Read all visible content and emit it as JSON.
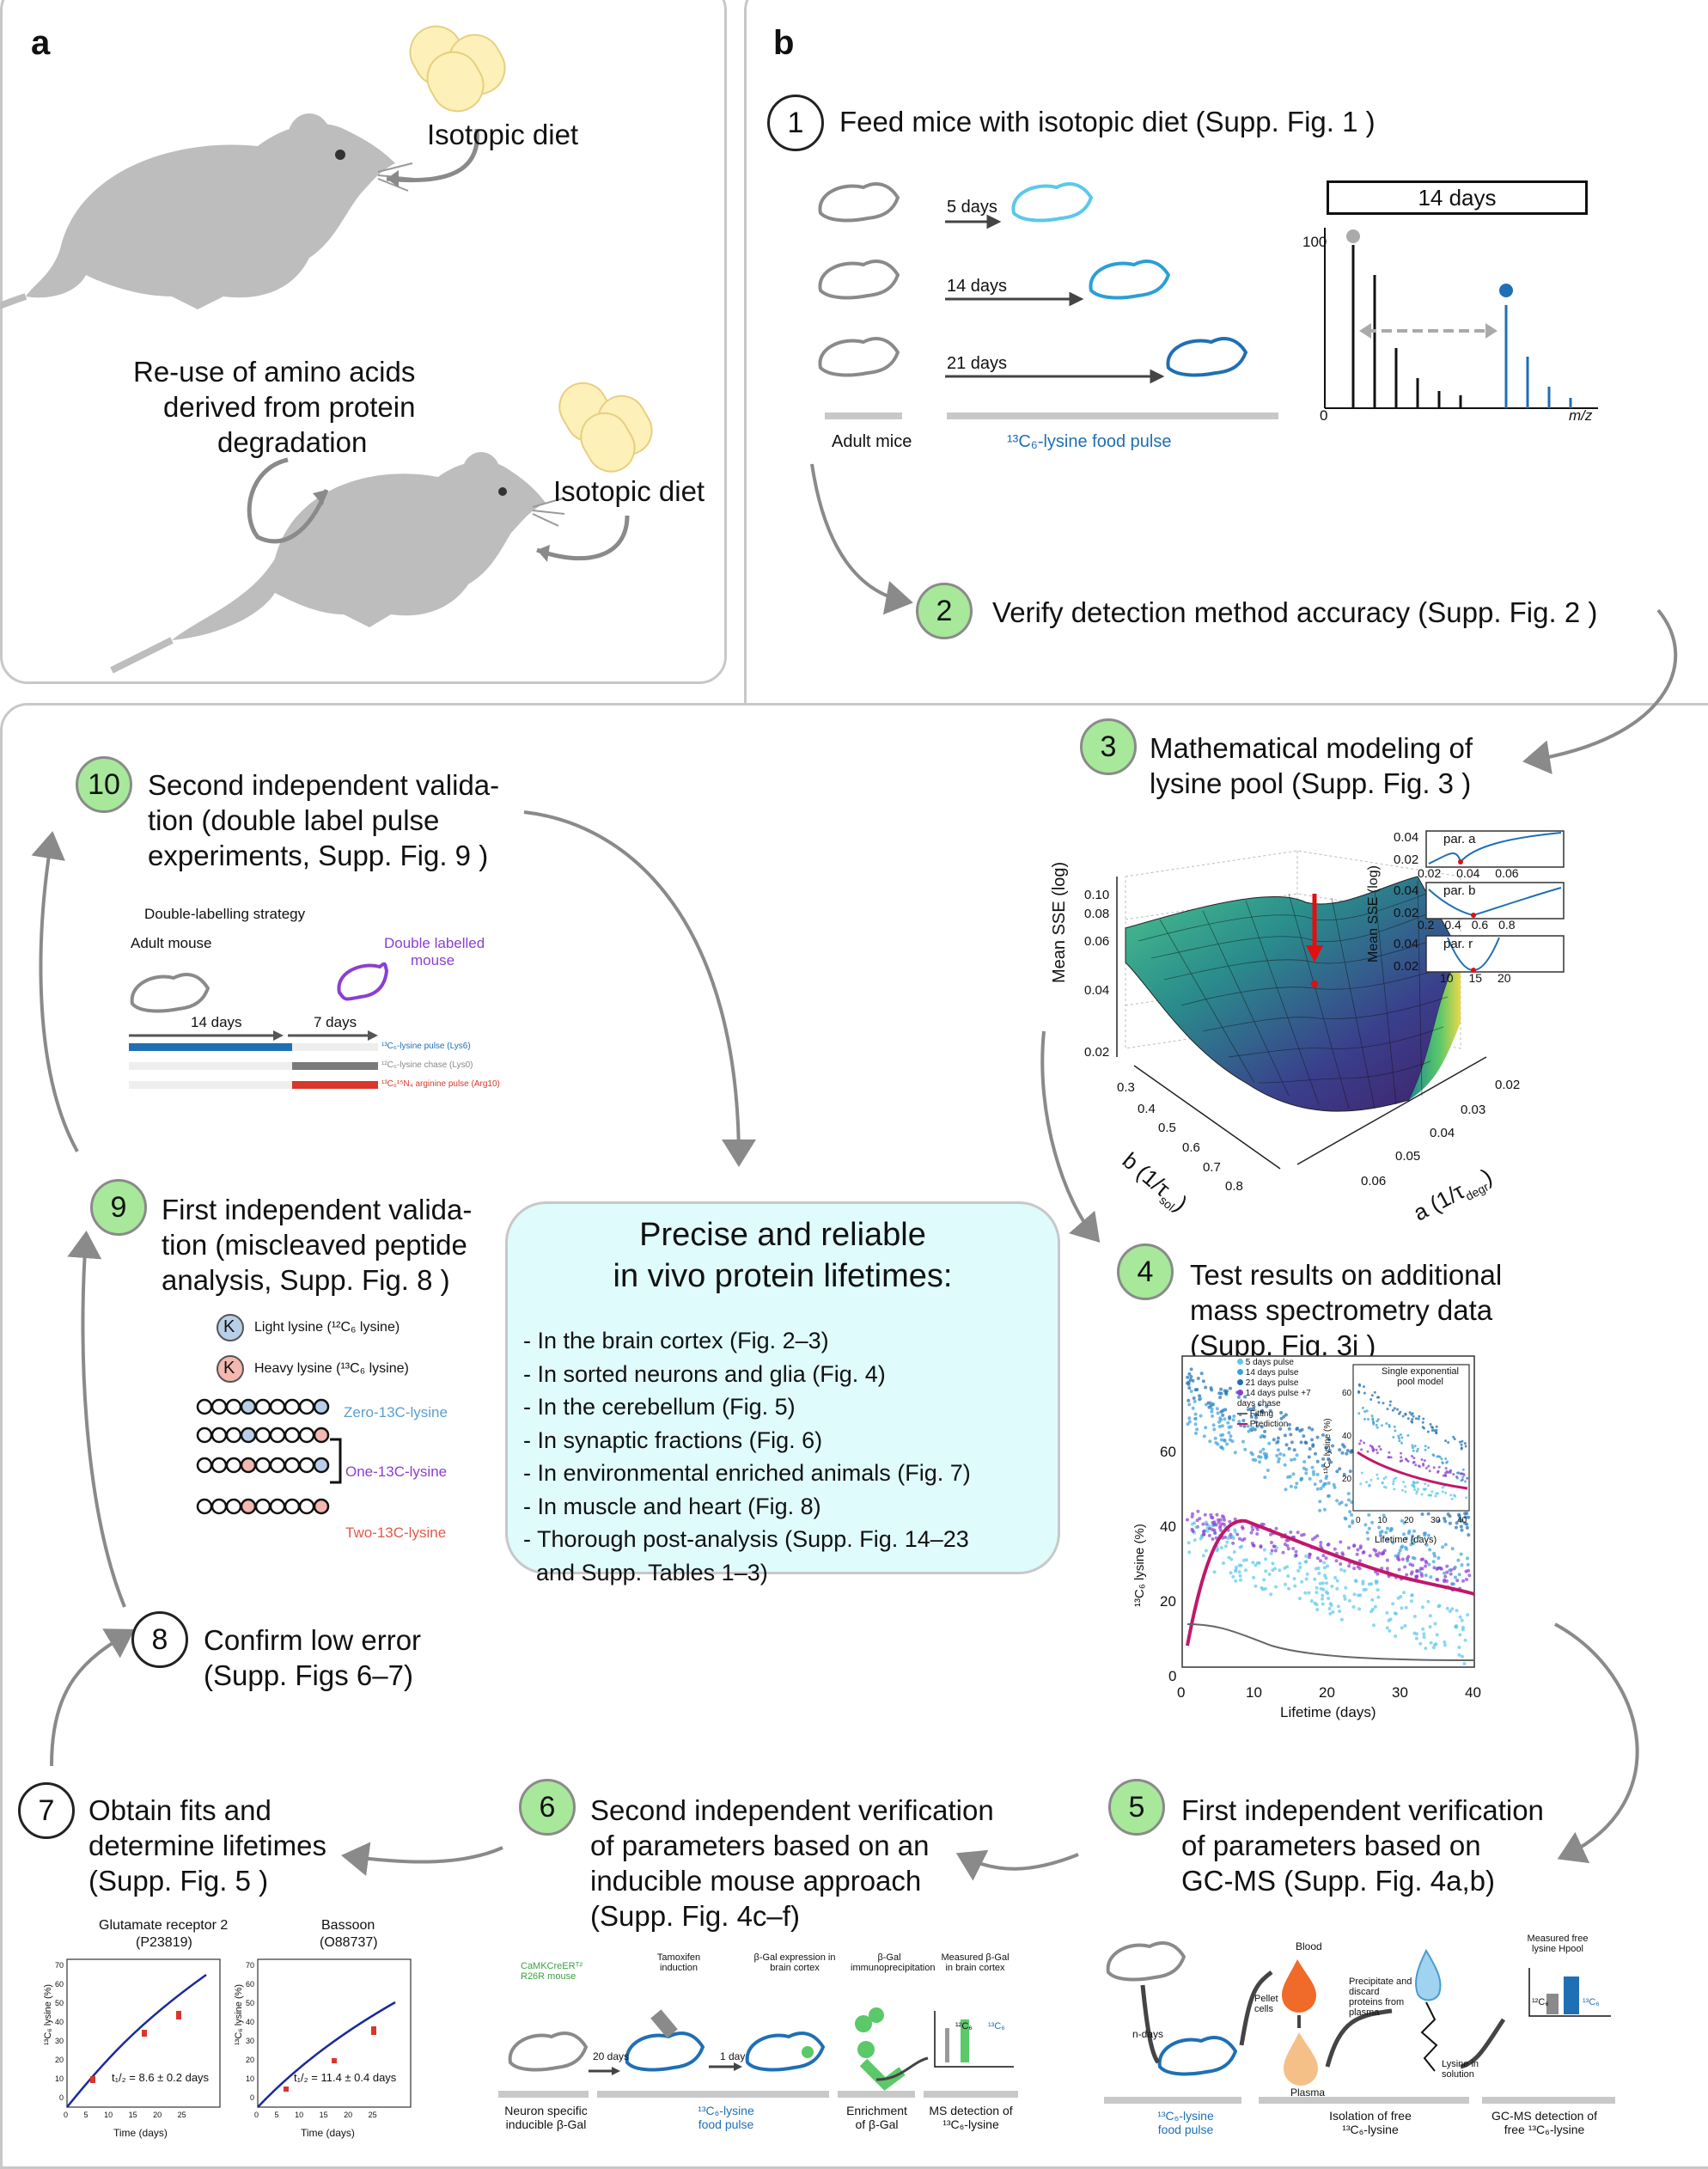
{
  "panel_labels": {
    "a": "a",
    "b": "b"
  },
  "panel_a": {
    "isotopic_diet_1": "Isotopic diet",
    "isotopic_diet_2": "Isotopic diet",
    "reuse_line1": "Re-use of amino acids",
    "reuse_line2": "derived from protein",
    "reuse_line3": "degradation"
  },
  "steps": [
    {
      "num": "1",
      "lines": [
        "Feed mice with isotopic diet (Supp. Fig. 1 )"
      ]
    },
    {
      "num": "2",
      "lines": [
        "Verify detection method accuracy (Supp. Fig. 2 )"
      ]
    },
    {
      "num": "3",
      "lines": [
        "Mathematical modeling of",
        "lysine pool (Supp. Fig. 3 )"
      ]
    },
    {
      "num": "4",
      "lines": [
        "Test results on additional",
        "mass spectrometry data",
        "(Supp. Fig. 3i )"
      ]
    },
    {
      "num": "5",
      "lines": [
        "First independent verification",
        "of parameters based on",
        "GC-MS (Supp. Fig. 4a,b)"
      ]
    },
    {
      "num": "6",
      "lines": [
        "Second independent verification",
        "of parameters based on an",
        "inducible mouse approach",
        "(Supp. Fig. 4c–f)"
      ]
    },
    {
      "num": "7",
      "lines": [
        "Obtain fits and",
        "determine lifetimes",
        "(Supp. Fig. 5 )"
      ]
    },
    {
      "num": "8",
      "lines": [
        "Confirm low error",
        "(Supp. Figs 6–7)"
      ]
    },
    {
      "num": "9",
      "lines": [
        "First independent valida-",
        "tion (miscleaved peptide",
        "analysis, Supp. Fig. 8 )"
      ]
    },
    {
      "num": "10",
      "lines": [
        "Second independent valida-",
        "tion (double label pulse",
        "experiments, Supp. Fig. 9 )"
      ]
    }
  ],
  "step1_detail": {
    "d5": "5 days",
    "d14": "14 days",
    "d21": "21 days",
    "adult_mice": "Adult mice",
    "food_pulse": "¹³C₆-lysine food pulse",
    "spec_title": "14 days",
    "y100": "100",
    "y0": "0",
    "xlabel": "m/z"
  },
  "step3_detail": {
    "zlabel": "Mean SSE (log)",
    "z_ticks": [
      "0.10",
      "0.08",
      "0.06",
      "0.04",
      "0.02"
    ],
    "b_ticks": [
      "0.3",
      "0.4",
      "0.5",
      "0.6",
      "0.7",
      "0.8"
    ],
    "a_ticks": [
      "0.02",
      "0.03",
      "0.04",
      "0.05",
      "0.06"
    ],
    "blabel": "b (1/τ",
    "blabel_sub": "sol",
    "alabel": "a (1/τ",
    "alabel_sub": "degr",
    "inset_ylabel": "Mean SSE (log)",
    "insets": [
      {
        "label": "par. a",
        "ticks": [
          "0.02",
          "0.04",
          "0.06"
        ],
        "y_ticks": [
          "0.04",
          "0.02"
        ]
      },
      {
        "label": "par. b",
        "ticks": [
          "0.2",
          "0.4",
          "0.6",
          "0.8"
        ],
        "y_ticks": [
          "0.04",
          "0.02"
        ]
      },
      {
        "label": "par. r",
        "ticks": [
          "10",
          "15",
          "20"
        ],
        "y_ticks": [
          "0.04",
          "0.02"
        ]
      }
    ]
  },
  "step4_detail": {
    "ylabel": "¹³C₆ lysine (%)",
    "xlabel": "Lifetime (days)",
    "x_ticks": [
      "0",
      "10",
      "20",
      "30",
      "40"
    ],
    "y_ticks": [
      "0",
      "20",
      "40",
      "60"
    ],
    "legend": [
      "5 days pulse",
      "14 days pulse",
      "21 days pulse",
      "14 days pulse +7 days chase",
      "Fitting",
      "Prediction"
    ],
    "inset_title": "Single exponential pool model",
    "inset_xlabel": "Lifetime (days)",
    "inset_ylabel": "¹³C₆ lysine (%)",
    "inset_x_ticks": [
      "0",
      "10",
      "20",
      "30",
      "40"
    ],
    "inset_y_ticks": [
      "20",
      "40",
      "60"
    ]
  },
  "step5_detail": {
    "n_days": "n-days",
    "blood": "Blood",
    "pellet": "Pellet cells",
    "plasma": "Plasma",
    "precipitate": "Precipitate and discard proteins from plasma",
    "lysine_sol": "Lysine in solution",
    "measured": "Measured free lysine Hpool",
    "c12": "¹²C₆",
    "c13": "¹³C₆",
    "foot1": "¹³C₆-lysine food pulse",
    "foot2": "Isolation of free ¹³C₆-lysine",
    "foot3": "GC-MS detection of free ¹³C₆-lysine"
  },
  "step6_detail": {
    "camk": "CaMKCreERᵀ² R26R mouse",
    "d20": "20 days",
    "tamox": "Tamoxifen induction",
    "d1": "1 day",
    "bgal_expr": "β-Gal expression in brain cortex",
    "bgal_ip": "β-Gal immunoprecipitation",
    "measured": "Measured β-Gal in brain cortex",
    "c12": "¹²C₆",
    "c13": "¹³C₆",
    "foot1": "Neuron specific inducible β-Gal",
    "foot2": "¹³C₆-lysine food pulse",
    "foot3": "Enrichment of β-Gal",
    "foot4": "MS detection of ¹³C₆-lysine"
  },
  "step7_detail": {
    "plots": [
      {
        "title1": "Glutamate receptor 2",
        "title2": "(P23819)",
        "t12": "t₁/₂ = 8.6 ± 0.2 days"
      },
      {
        "title1": "Bassoon",
        "title2": "(O88737)",
        "t12": "t₁/₂ = 11.4 ± 0.4 days"
      }
    ],
    "ylabel": "¹³C₆ lysine (%)",
    "xlabel": "Time (days)",
    "x_ticks": [
      "0",
      "5",
      "10",
      "15",
      "20",
      "25"
    ],
    "y_ticks": [
      "0",
      "10",
      "20",
      "30",
      "40",
      "50",
      "60",
      "70"
    ]
  },
  "step9_detail": {
    "light": "Light lysine (¹²C₆ lysine)",
    "heavy": "Heavy lysine (¹³C₆ lysine)",
    "K": "K",
    "zero": "Zero-13C-lysine",
    "one": "One-13C-lysine",
    "two": "Two-13C-lysine"
  },
  "step10_detail": {
    "strategy": "Double-labelling strategy",
    "adult": "Adult mouse",
    "double1": "Double labelled",
    "double2": "mouse",
    "d14": "14 days",
    "d7": "7 days",
    "pulse": "¹³C₆-lysine pulse (Lys6)",
    "chase": "¹²C₆-lysine chase (Lys0)",
    "arg": "¹³C₆¹⁵N₄ arginine pulse (Arg10)"
  },
  "center": {
    "title1": "Precise and reliable",
    "title2": "in vivo protein lifetimes:",
    "items": [
      "- In the brain cortex (Fig. 2–3)",
      "- In sorted neurons and glia (Fig. 4)",
      "- In the cerebellum (Fig. 5)",
      "- In synaptic fractions (Fig. 6)",
      "- In environmental enriched animals (Fig. 7)",
      "- In muscle and heart (Fig. 8)",
      "- Thorough post-analysis (Supp. Fig. 14–23",
      "  and Supp. Tables 1–3)"
    ]
  },
  "colors": {
    "green_circle": "#a7e89a",
    "center_box": "#dffbfb",
    "mouse_gray": "#bdbdbd",
    "blue_dark": "#1f6fb4",
    "blue_light": "#5ac8ea",
    "purple": "#8a3fd1",
    "red": "#d9372b"
  }
}
